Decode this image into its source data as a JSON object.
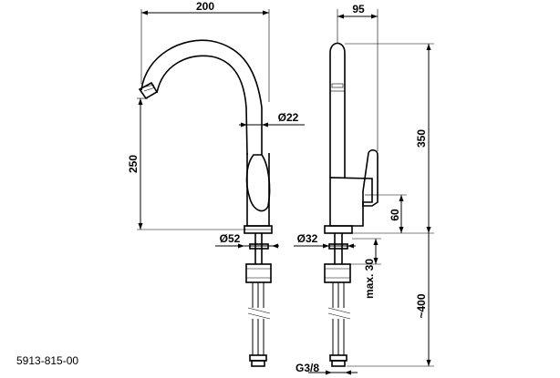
{
  "drawing": {
    "product_code": "5913-815-00",
    "front_view": {
      "spout_reach": "200",
      "spout_height": "250",
      "spout_diameter": "Ø22",
      "base_diameter": "Ø52"
    },
    "side_view": {
      "depth": "95",
      "total_height": "350",
      "lever_height": "60",
      "mount_diameter": "Ø32",
      "max_thickness": "max. 30",
      "hose_length": "~400",
      "connection_thread": "G3/8"
    }
  }
}
